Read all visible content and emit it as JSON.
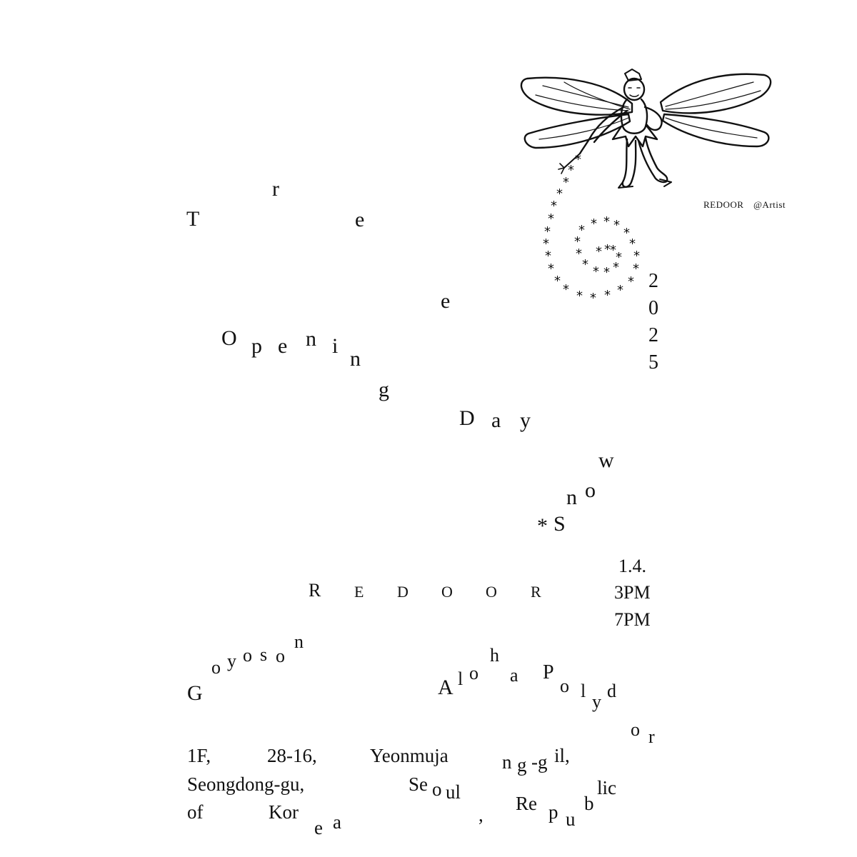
{
  "title": {
    "chars": [
      "T",
      "r",
      "e",
      "e"
    ],
    "text": "Tree"
  },
  "event": {
    "opening_chars": [
      "O",
      "p",
      "e",
      "n",
      "i",
      "n",
      "g"
    ],
    "day_chars": [
      "D",
      "a",
      "y"
    ],
    "opening_day": "Opening Day"
  },
  "snow": {
    "chars": [
      "*",
      "S",
      "n",
      "o",
      "w"
    ],
    "text": "*Snow"
  },
  "year": {
    "digits": [
      "2",
      "0",
      "2",
      "5"
    ],
    "text": "2025"
  },
  "brand": {
    "letters": [
      "R",
      "E",
      "D",
      "O",
      "O",
      "R"
    ],
    "text": "REDOOR"
  },
  "schedule": {
    "date": "1.4.",
    "start": "3PM",
    "end": "7PM"
  },
  "artists": {
    "goyoson_chars": [
      "G",
      "o",
      "y",
      "o",
      "s",
      "o",
      "n"
    ],
    "goyoson": "Goyoson",
    "aloha_chars": [
      "A",
      "l",
      "o",
      "h",
      "a"
    ],
    "polydor_chars": [
      "P",
      "o",
      "l",
      "y",
      "d",
      "o",
      "r"
    ],
    "aloha_polydor": "Aloha Polydor"
  },
  "address": {
    "line1": [
      "1F,",
      "28-16,",
      "Yeonmuja",
      "n",
      "g",
      "-g",
      "il,"
    ],
    "line2": [
      "Seongdong-gu,",
      "Se",
      "o",
      "ul",
      ",",
      "Re",
      "p",
      "u",
      "b",
      "lic"
    ],
    "line3": [
      "of",
      "Kor",
      "e",
      "a"
    ],
    "full": "1F, 28-16, Yeonmujang-gil, Seongdong-gu, Seoul, Republic of Korea"
  },
  "illustration": {
    "subject": "fairy-icon",
    "credit_left": "REDOOR",
    "credit_right": "@Artist"
  },
  "spiral_stars": {
    "glyph": "*"
  },
  "colors": {
    "ink": "#111111",
    "background": "#ffffff"
  }
}
